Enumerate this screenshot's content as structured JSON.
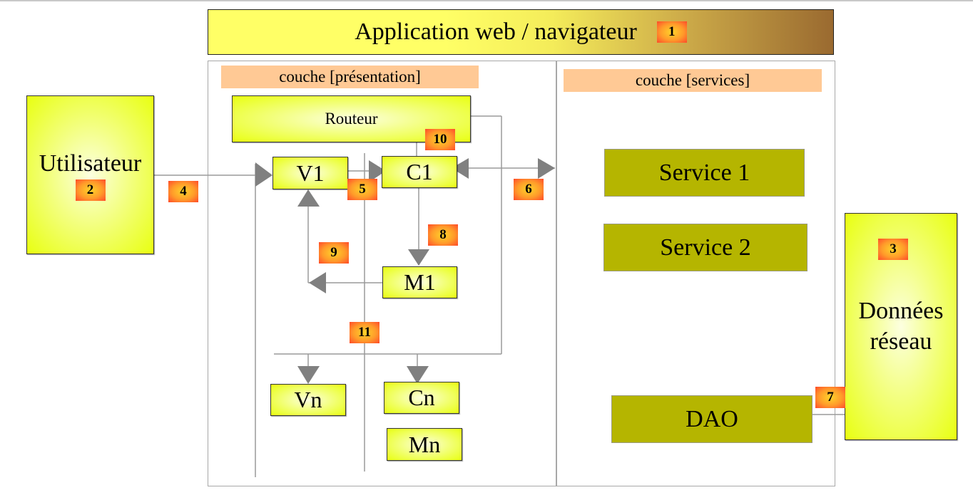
{
  "title": "Application web / navigateur",
  "layers": {
    "presentation": "couche [présentation]",
    "services": "couche [services]"
  },
  "nodes": {
    "user": "Utilisateur",
    "router": "Routeur",
    "v1": "V1",
    "c1": "C1",
    "m1": "M1",
    "vn": "Vn",
    "cn": "Cn",
    "mn": "Mn",
    "service1": "Service 1",
    "service2": "Service 2",
    "dao": "DAO",
    "data_line1": "Données",
    "data_line2": "réseau"
  },
  "badges": {
    "b1": "1",
    "b2": "2",
    "b3": "3",
    "b4": "4",
    "b5": "5",
    "b6": "6",
    "b7": "7",
    "b8": "8",
    "b9": "9",
    "b10": "10",
    "b11": "11"
  },
  "colors": {
    "node_yellow": "#e8ff10",
    "service_olive": "#b5b500",
    "layer_label": "#ffc995",
    "badge": "#ff6a2a",
    "connector": "#808080"
  }
}
